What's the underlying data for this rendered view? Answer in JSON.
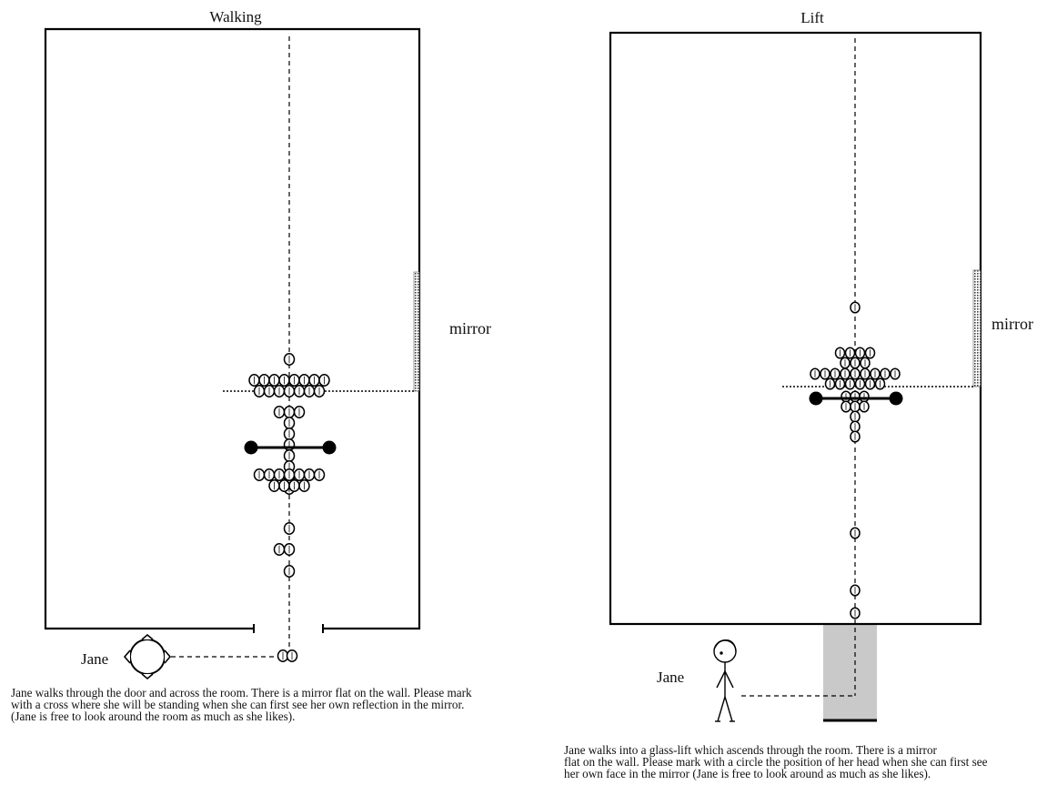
{
  "panels": [
    {
      "title": "Walking",
      "mirror_label": "mirror",
      "person_label": "Jane",
      "caption": [
        "Jane walks through the door and across the room. There is a mirror flat on the wall. Please mark",
        "with a cross where she will be standing when she can first see her own reflection in the mirror.",
        "(Jane is free to look around the room as much as she likes)."
      ]
    },
    {
      "title": "Lift",
      "mirror_label": "mirror",
      "person_label": "Jane",
      "caption": [
        "Jane walks into a glass-lift which ascends through the room. There is a mirror",
        "flat on the wall.  Please mark with a circle the position of her head when she can first see",
        "her own face in the mirror (Jane is free to look around as much as she likes)."
      ]
    }
  ]
}
